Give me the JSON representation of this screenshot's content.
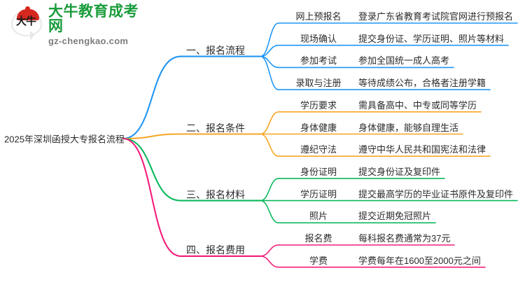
{
  "logo": {
    "mark_text": "大牛",
    "title": "大牛教育成考网",
    "subtitle": "gz-chengkao.com"
  },
  "mindmap": {
    "root": "2025年深圳函授大专报名流程",
    "colors": {
      "branch1": "#2196f3",
      "branch2": "#f5a623",
      "branch3": "#0ab85c",
      "branch4": "#f21d7a"
    },
    "branches": [
      {
        "label": "一、报名流程",
        "color": "#2196f3",
        "children": [
          {
            "title": "网上预报名",
            "desc": "登录广东省教育考试院官网进行预报名"
          },
          {
            "title": "现场确认",
            "desc": "提交身份证、学历证明、照片等材料"
          },
          {
            "title": "参加考试",
            "desc": "参加全国统一成人高考"
          },
          {
            "title": "录取与注册",
            "desc": "等待成绩公布，合格者注册学籍"
          }
        ]
      },
      {
        "label": "二、报名条件",
        "color": "#f5a623",
        "children": [
          {
            "title": "学历要求",
            "desc": "需具备高中、中专或同等学历"
          },
          {
            "title": "身体健康",
            "desc": "身体健康，能够自理生活"
          },
          {
            "title": "遵纪守法",
            "desc": "遵守中华人民共和国宪法和法律"
          }
        ]
      },
      {
        "label": "三、报名材料",
        "color": "#0ab85c",
        "children": [
          {
            "title": "身份证明",
            "desc": "提交身份证及复印件"
          },
          {
            "title": "学历证明",
            "desc": "提交最高学历的毕业证书原件及复印件"
          },
          {
            "title": "照片",
            "desc": "提交近期免冠照片"
          }
        ]
      },
      {
        "label": "四、报名费用",
        "color": "#f21d7a",
        "children": [
          {
            "title": "报名费",
            "desc": "每科报名费通常为37元"
          },
          {
            "title": "学费",
            "desc": "学费每年在1600至2000元之间"
          }
        ]
      }
    ]
  }
}
